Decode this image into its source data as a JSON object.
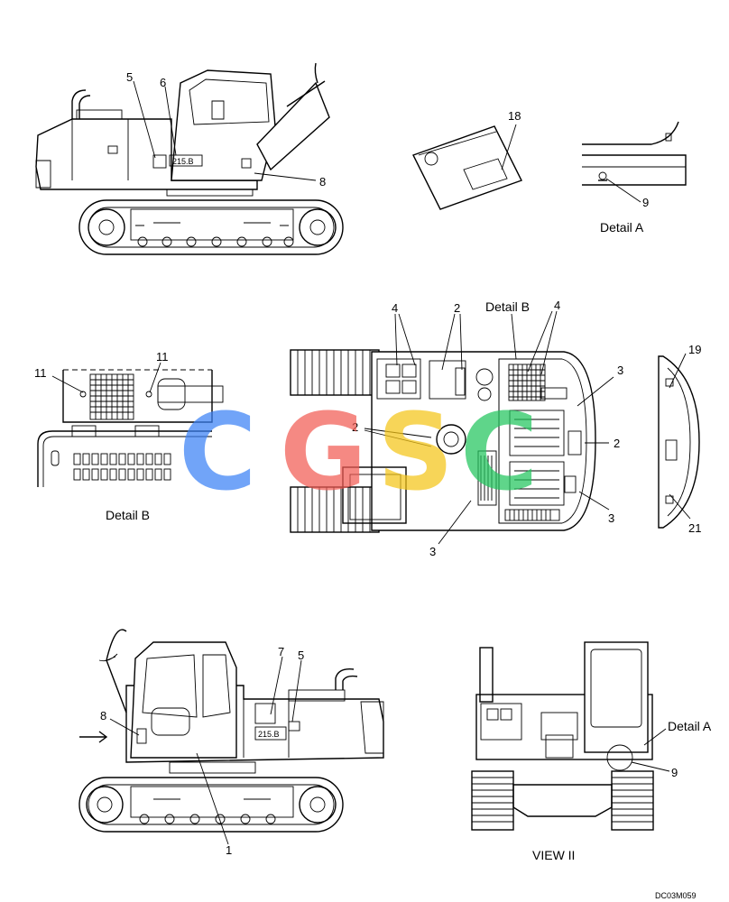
{
  "callouts": {
    "top_side": {
      "n5": "5",
      "n6": "6",
      "n8": "8"
    },
    "decal": {
      "n18": "18"
    },
    "detail_a": {
      "n9": "9",
      "label": "Detail A"
    },
    "detail_b": {
      "n11a": "11",
      "n11b": "11",
      "label": "Detail B"
    },
    "plan": {
      "n4a": "4",
      "n2a": "2",
      "label_b": "Detail B",
      "n4b": "4",
      "n3a": "3",
      "n2b": "2",
      "n2c": "2",
      "n3b": "3",
      "n3c": "3"
    },
    "rear_panel": {
      "n19": "19",
      "n21": "21"
    },
    "bottom_side": {
      "n7": "7",
      "n5": "5",
      "n8": "8",
      "n1": "1"
    },
    "rear_view": {
      "label_a": "Detail A",
      "n9": "9",
      "view": "VIEW II"
    }
  },
  "model_badge": "215.B",
  "drawing_code": "DC03M059",
  "watermark": {
    "letters": [
      "C",
      "G",
      "S",
      "C"
    ],
    "colors": [
      "#3b82f6",
      "#f25c54",
      "#f5c518",
      "#22c55e"
    ]
  }
}
